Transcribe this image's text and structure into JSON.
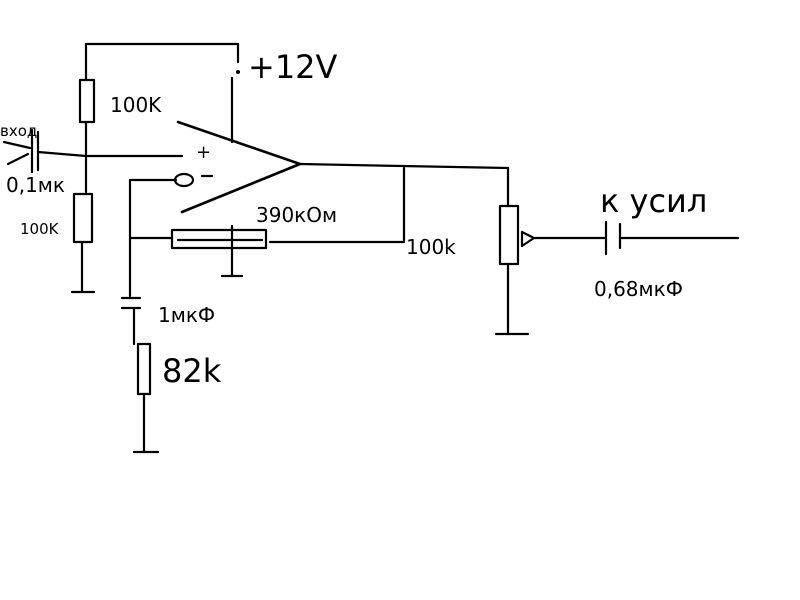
{
  "diagram": {
    "background": "#ffffff",
    "ink": "#000000",
    "labels": {
      "supply": "+12V",
      "r_top": "100K",
      "r_bottom": "100K",
      "input_label": "вход",
      "input_cap": "0,1мк",
      "feedback_res": "390кОм",
      "pot": "100k",
      "gnd_cap": "1мкФ",
      "gnd_res": "82k",
      "output": "к усил",
      "output_cap": "0,68мкФ"
    }
  }
}
